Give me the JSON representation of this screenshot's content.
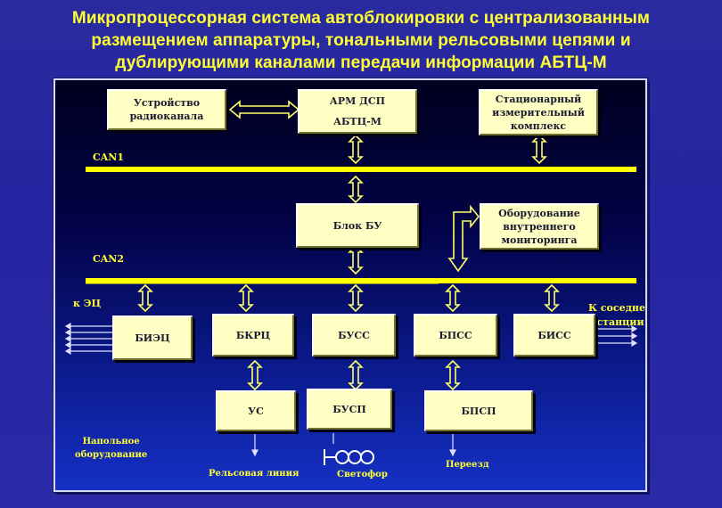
{
  "title": {
    "line1": "Микропроцессорная система автоблокировки с централизованным",
    "line2": "размещением аппаратуры, тональными рельсовыми цепями и",
    "line3": "дублирующими каналами передачи информации АБТЦ-М"
  },
  "boxes": {
    "radio": "Устройство радиоканала",
    "arm_line1": "АРМ ДСП",
    "arm_line2": "АБТЦ-М",
    "stat": "Стационарный измерительный комплекс",
    "bu": "Блок БУ",
    "mon": "Оборудование внутреннего мониторинга",
    "biec": "БИЭЦ",
    "bkrc": "БКРЦ",
    "buss": "БУСС",
    "bpss": "БПСС",
    "biss": "БИСС",
    "us": "УС",
    "busp": "БУСП",
    "bpsp": "БПСП"
  },
  "labels": {
    "can1": "CAN1",
    "can2": "CAN2",
    "ec": "к ЭЦ",
    "neighbor_line1": "К соседней",
    "neighbor_line2": "станции",
    "floor_line1": "Напольное",
    "floor_line2": "оборудование",
    "rail": "Рельсовая линия",
    "signal": "Светофор",
    "crossing": "Переезд"
  },
  "colors": {
    "title": "#ffff33",
    "bus": "#ffff00",
    "box_fill": "#ffffc4",
    "label": "#ffff33"
  }
}
